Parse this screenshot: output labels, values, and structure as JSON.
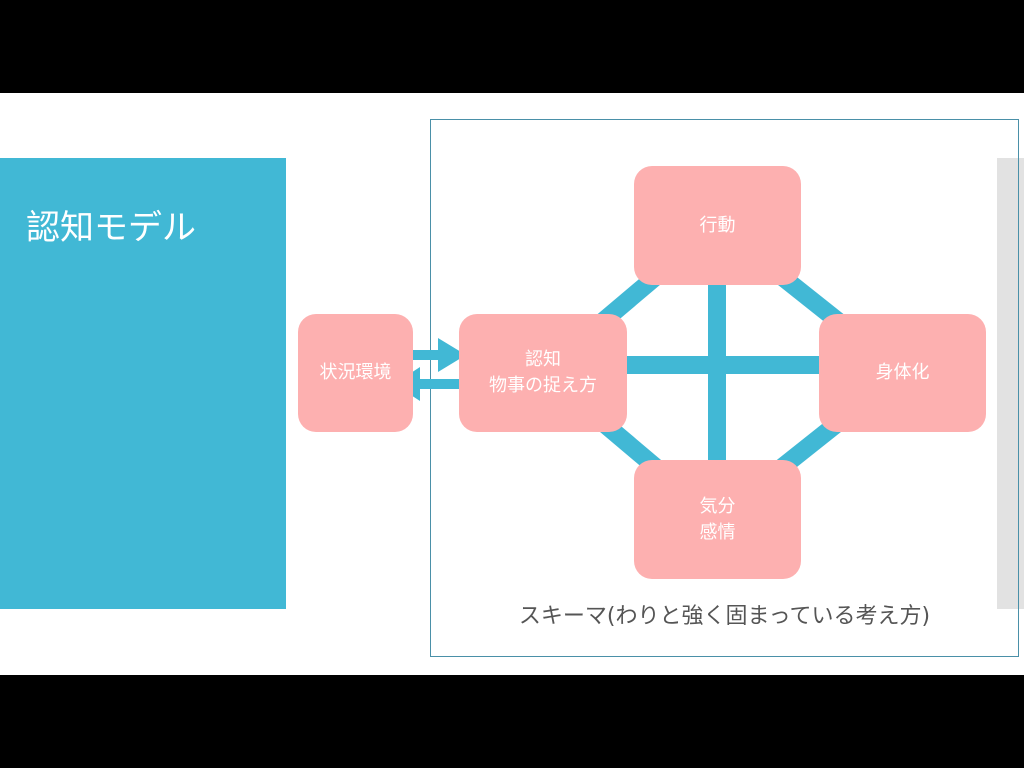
{
  "slide": {
    "title": "認知モデル",
    "caption": "スキーマ(わりと強く固まっている考え方)"
  },
  "nodes": {
    "situation": "状況環境",
    "cognition": [
      "認知",
      "物事の捉え方"
    ],
    "behavior": "行動",
    "body": "身体化",
    "mood": [
      "気分",
      "感情"
    ]
  },
  "colors": {
    "accent": "#41b8d5",
    "node": "#fdb0b0"
  }
}
